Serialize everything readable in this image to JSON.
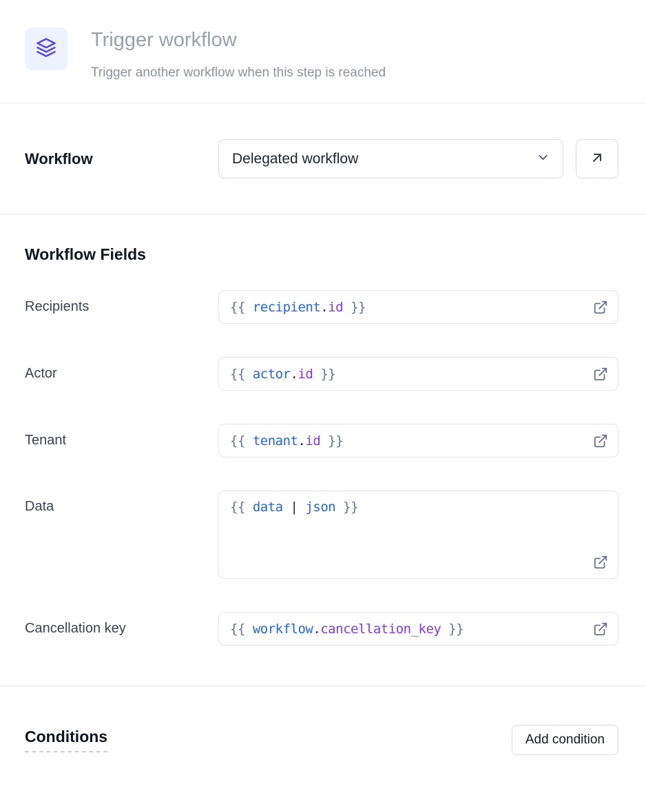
{
  "header": {
    "title": "Trigger workflow",
    "subtitle": "Trigger another workflow when this step is reached"
  },
  "workflow": {
    "label": "Workflow",
    "selected_option": "Delegated workflow",
    "open_button_icon": "arrow-up-right-icon",
    "chevron_icon": "chevron-down-icon"
  },
  "fields_section": {
    "heading": "Workflow Fields",
    "external_link_icon": "external-link-icon",
    "fields": [
      {
        "label": "Recipients",
        "multiline": false,
        "value": "{{ recipient.id }}",
        "tokens": [
          [
            "{{ ",
            "brace"
          ],
          [
            "recipient",
            "var"
          ],
          [
            ".",
            "punct"
          ],
          [
            "id",
            "prop"
          ],
          [
            " }}",
            "brace"
          ]
        ]
      },
      {
        "label": "Actor",
        "multiline": false,
        "value": "{{ actor.id }}",
        "tokens": [
          [
            "{{ ",
            "brace"
          ],
          [
            "actor",
            "var"
          ],
          [
            ".",
            "punct"
          ],
          [
            "id",
            "prop"
          ],
          [
            " }}",
            "brace"
          ]
        ]
      },
      {
        "label": "Tenant",
        "multiline": false,
        "value": "{{ tenant.id }}",
        "tokens": [
          [
            "{{ ",
            "brace"
          ],
          [
            "tenant",
            "var"
          ],
          [
            ".",
            "punct"
          ],
          [
            "id",
            "prop"
          ],
          [
            " }}",
            "brace"
          ]
        ]
      },
      {
        "label": "Data",
        "multiline": true,
        "value": "{{ data | json }}",
        "tokens": [
          [
            "{{ ",
            "brace"
          ],
          [
            "data",
            "var"
          ],
          [
            " ",
            "brace"
          ],
          [
            "|",
            "punct"
          ],
          [
            " ",
            "brace"
          ],
          [
            "json",
            "var"
          ],
          [
            " }}",
            "brace"
          ]
        ]
      },
      {
        "label": "Cancellation key",
        "multiline": false,
        "value": "{{ workflow.cancellation_key }}",
        "tokens": [
          [
            "{{ ",
            "brace"
          ],
          [
            "workflow",
            "var"
          ],
          [
            ".",
            "punct"
          ],
          [
            "cancellation_key",
            "prop"
          ],
          [
            " }}",
            "brace"
          ]
        ]
      }
    ]
  },
  "conditions": {
    "heading": "Conditions",
    "add_button_label": "Add condition"
  },
  "colors": {
    "accent_indigo": "#4f46e5",
    "icon_background": "#eef2ff",
    "code_variable": "#2563eb",
    "code_property": "#7c3aed",
    "code_brace": "#64748b",
    "code_punctuation": "#1e2a3a",
    "border": "#d9dde3",
    "divider": "#e8eaee",
    "title_gray": "#9aa1ac"
  }
}
